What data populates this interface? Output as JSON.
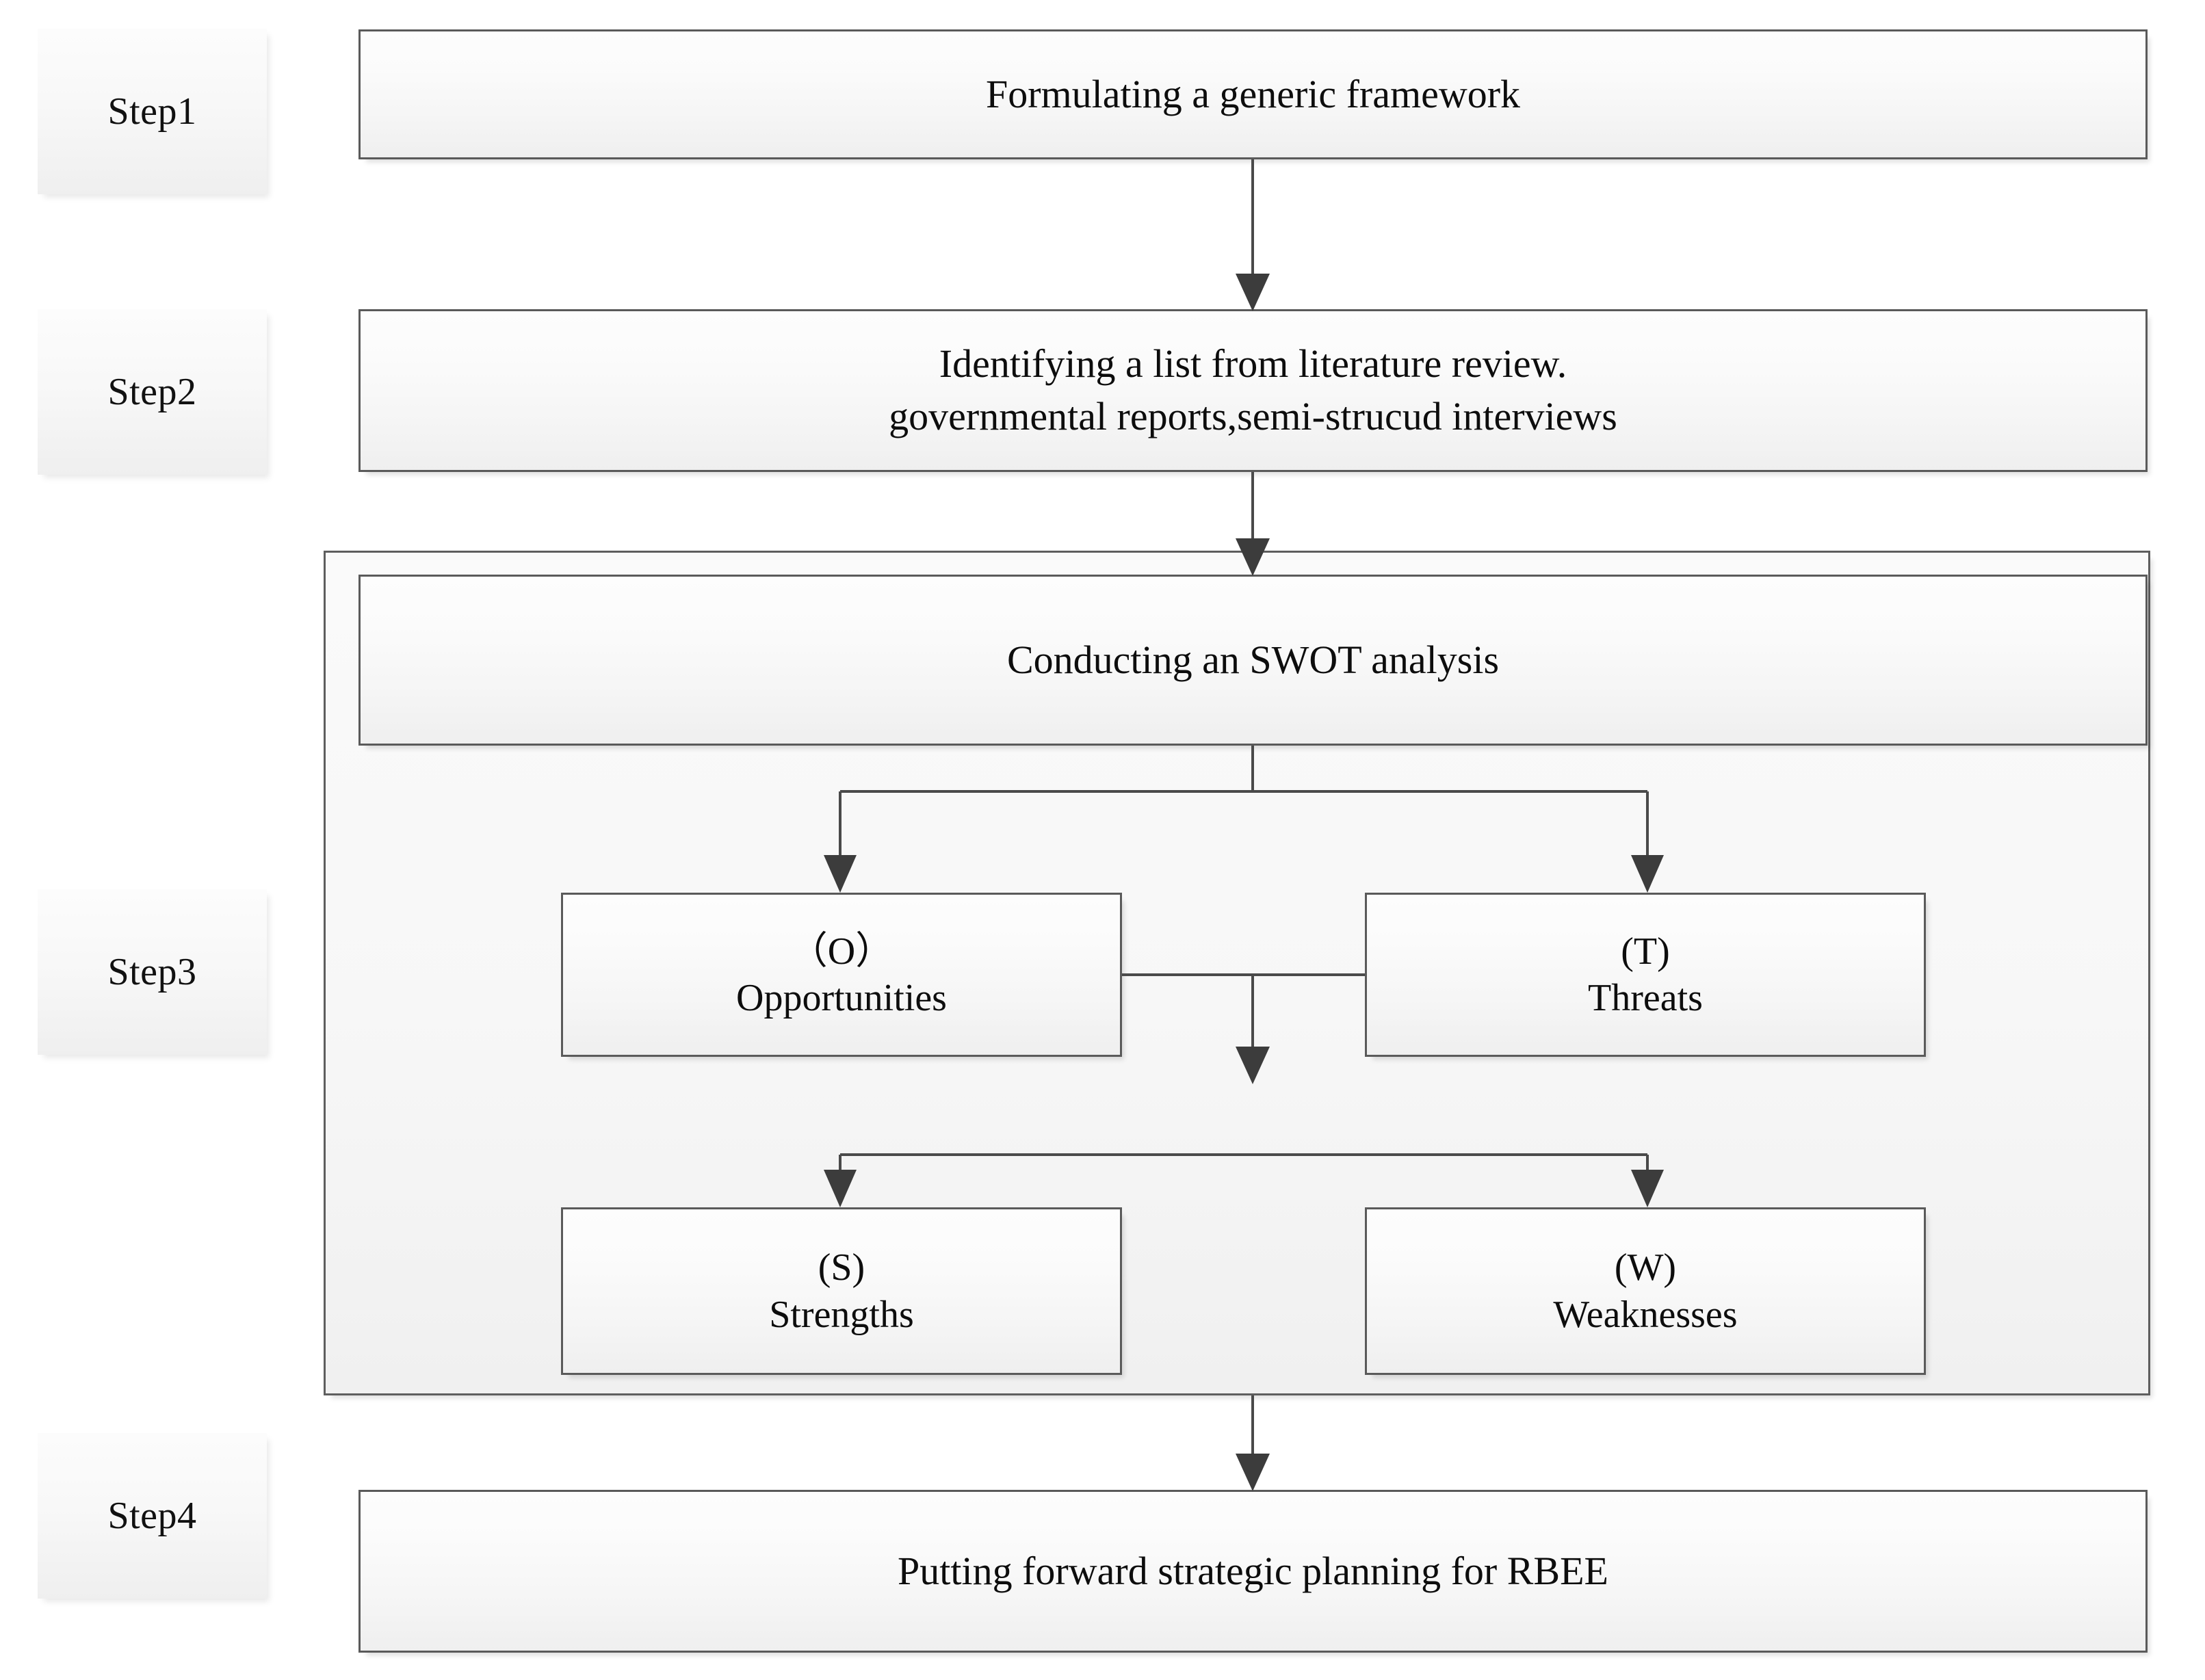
{
  "diagram": {
    "title": "SWOT-based strategic planning process flowchart",
    "accent_color": "#5a5a5a",
    "box_fill_top": "#fdfdfd",
    "box_fill_bottom": "#efefef",
    "connector_color": "#4a4a4a"
  },
  "steps": [
    {
      "label": "Step1"
    },
    {
      "label": "Step2"
    },
    {
      "label": "Step3"
    },
    {
      "label": "Step4"
    }
  ],
  "nodes": {
    "step1_box": {
      "line1": "Formulating a generic framework",
      "line2": ""
    },
    "step2_box": {
      "line1": "Identifying a list from literature review.",
      "line2": "governmental reports,semi-strucud interviews"
    },
    "swot_header": {
      "line1": "Conducting an SWOT analysis",
      "line2": ""
    },
    "opportunities": {
      "line1": "（O）",
      "line2": "Opportunities"
    },
    "threats": {
      "line1": "(T)",
      "line2": "Threats"
    },
    "strengths": {
      "line1": "(S)",
      "line2": "Strengths"
    },
    "weaknesses": {
      "line1": "(W)",
      "line2": "Weaknesses"
    },
    "step4_box": {
      "line1": "Putting forward strategic planning for RBEE",
      "line2": ""
    }
  },
  "connectors": [
    {
      "name": "step1-to-step2",
      "kind": "arrow-down"
    },
    {
      "name": "step2-to-swot",
      "kind": "arrow-down"
    },
    {
      "name": "swot-to-opportunities-and-threats",
      "kind": "fork-down"
    },
    {
      "name": "opportunities-to-threats-link",
      "kind": "horizontal-with-down-arrow"
    },
    {
      "name": "swot-pair-to-strengths-and-weaknesses",
      "kind": "fork-down"
    },
    {
      "name": "step3-to-step4",
      "kind": "arrow-down"
    }
  ]
}
